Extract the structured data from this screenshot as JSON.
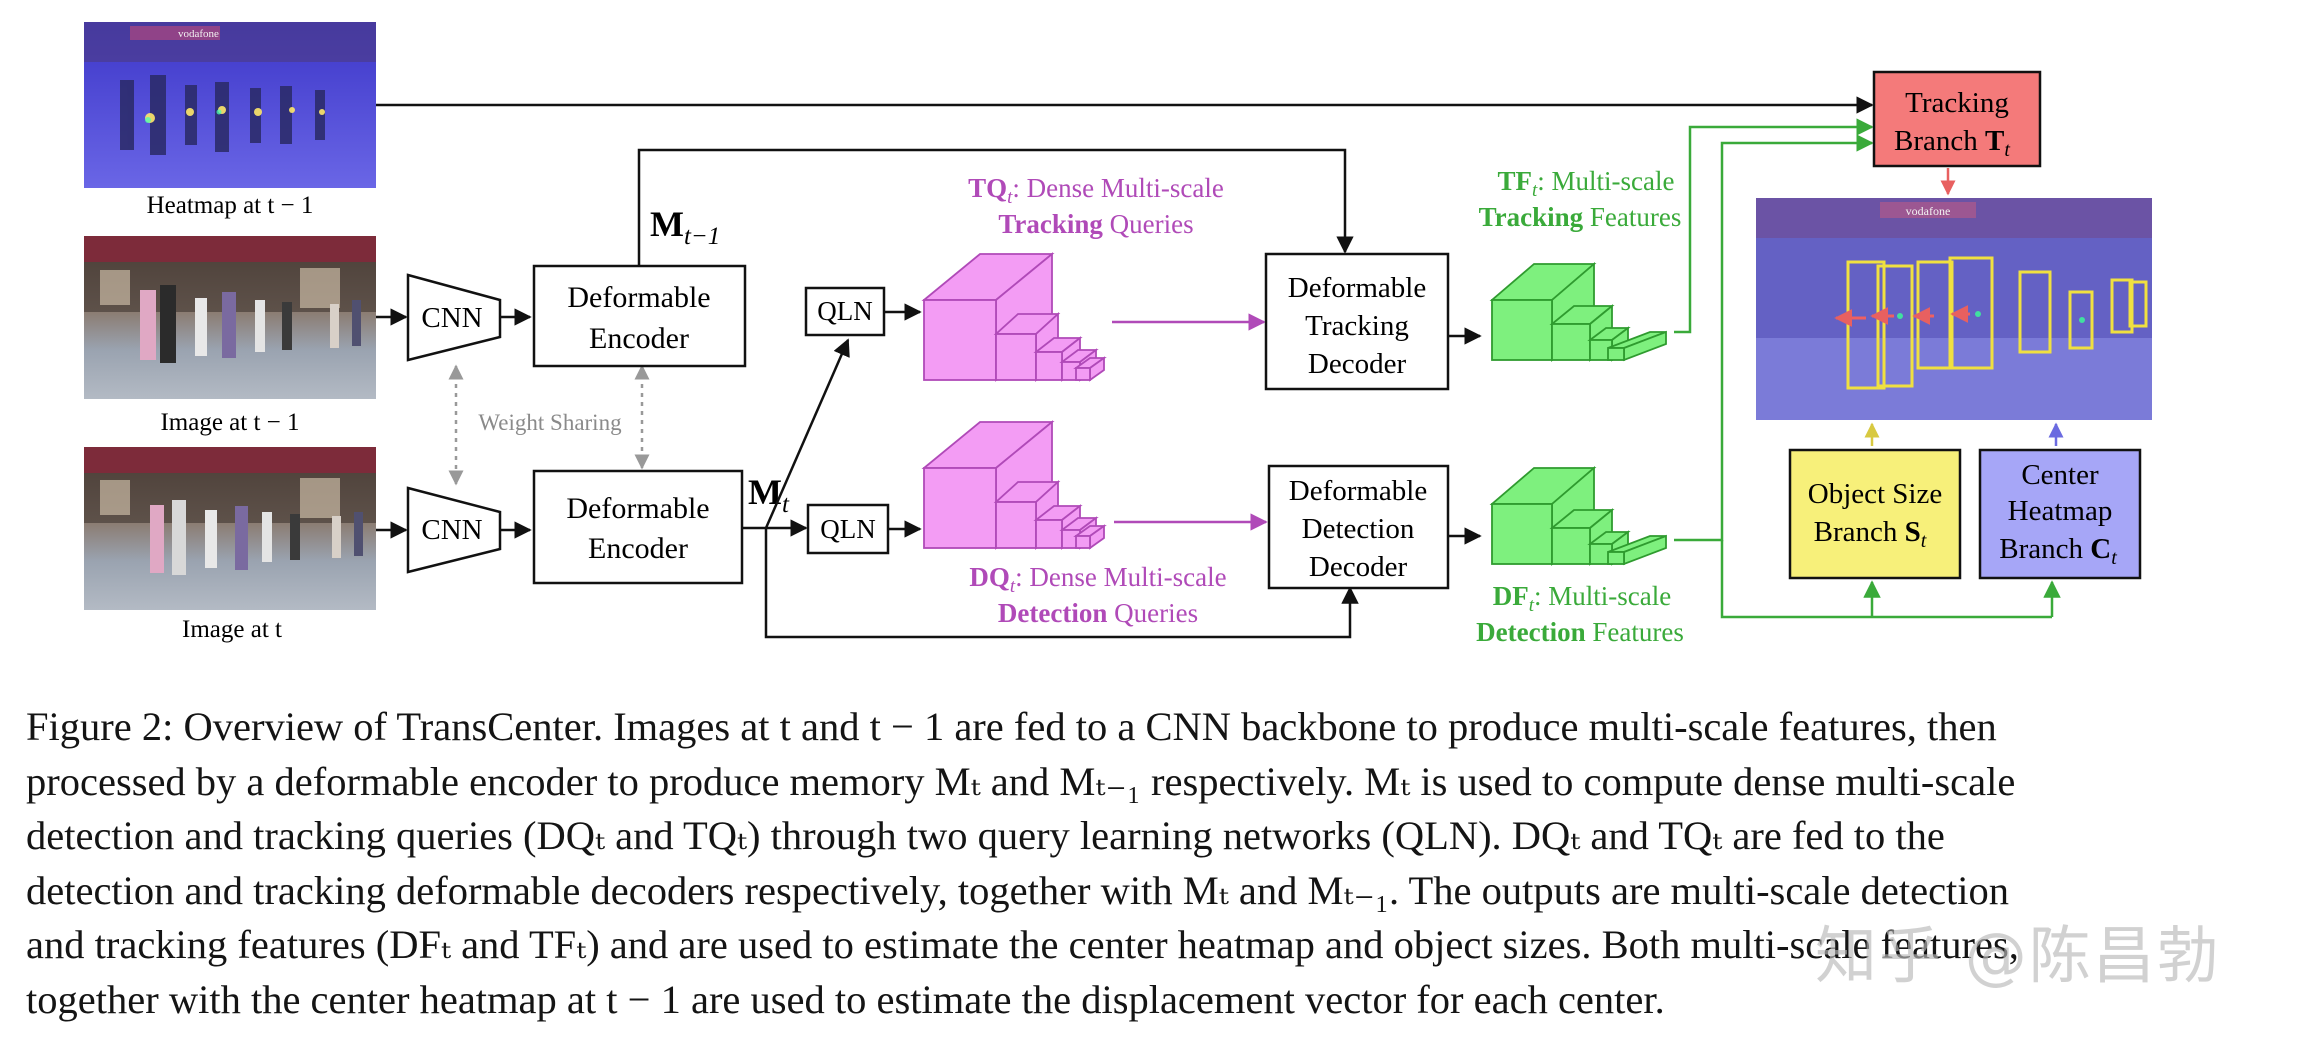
{
  "images": {
    "heatmap_prev": "Heatmap at t − 1",
    "image_prev": "Image at t − 1",
    "image_cur": "Image at t",
    "storefront_sign": "vodafone"
  },
  "blocks": {
    "cnn": "CNN",
    "encoder_line1": "Deformable",
    "encoder_line2": "Encoder",
    "weight_sharing": "Weight Sharing",
    "qln": "QLN",
    "mem_prev": "M",
    "mem_prev_sub": "t−1",
    "mem_cur": "M",
    "mem_cur_sub": "t",
    "tq_sym": "TQ",
    "tq_sub": "t",
    "tq_desc": ": Dense Multi-scale",
    "tq_bold": "Tracking",
    "tq_rest": " Queries",
    "dq_sym": "DQ",
    "dq_sub": "t",
    "dq_desc": ": Dense Multi-scale",
    "dq_bold": "Detection",
    "dq_rest": " Queries",
    "track_dec_1": "Deformable",
    "track_dec_2": "Tracking",
    "track_dec_3": "Decoder",
    "det_dec_1": "Deformable",
    "det_dec_2": "Detection",
    "det_dec_3": "Decoder",
    "tf_sym": "TF",
    "tf_sub": "t",
    "tf_desc": ": Multi-scale",
    "tf_bold": "Tracking",
    "tf_rest": " Features",
    "df_sym": "DF",
    "df_sub": "t",
    "df_desc": ": Multi-scale",
    "df_bold": "Detection",
    "df_rest": " Features",
    "tracking_branch_1": "Tracking",
    "tracking_branch_2": "Branch ",
    "tracking_branch_sym": "T",
    "tracking_branch_sub": "t",
    "size_branch_1": "Object Size",
    "size_branch_2": "Branch ",
    "size_branch_sym": "S",
    "size_branch_sub": "t",
    "center_branch_1": "Center",
    "center_branch_2": "Heatmap",
    "center_branch_3": "Branch ",
    "center_branch_sym": "C",
    "center_branch_sub": "t"
  },
  "caption": [
    "Figure 2: Overview of TransCenter. Images at t and t − 1 are fed to a CNN backbone to produce multi-scale features, then",
    "processed by a deformable encoder to produce memory Mₜ and Mₜ₋₁ respectively. Mₜ is used to compute dense multi-scale",
    "detection and tracking queries (DQₜ and TQₜ) through two query learning networks (QLN). DQₜ and TQₜ are fed to the",
    "detection and tracking deformable decoders respectively, together with Mₜ and Mₜ₋₁. The outputs are multi-scale detection",
    "and tracking features (DFₜ and TFₜ) and are used to estimate the center heatmap and object sizes. Both multi-scale features,",
    "together with the center heatmap at t − 1 are used to estimate the displacement vector for each center."
  ],
  "watermark": "知乎 @陈昌勃",
  "colors": {
    "query_pink": "#b04ab8",
    "query_fill": "#f39cf4",
    "feature_green": "#3aaa3a",
    "feature_fill": "#7ef07e",
    "tracking_branch": "#f47a7a",
    "size_branch": "#f7f07a",
    "center_branch": "#a6a6f7",
    "heatmap_overlay": "#5a5ae6"
  }
}
